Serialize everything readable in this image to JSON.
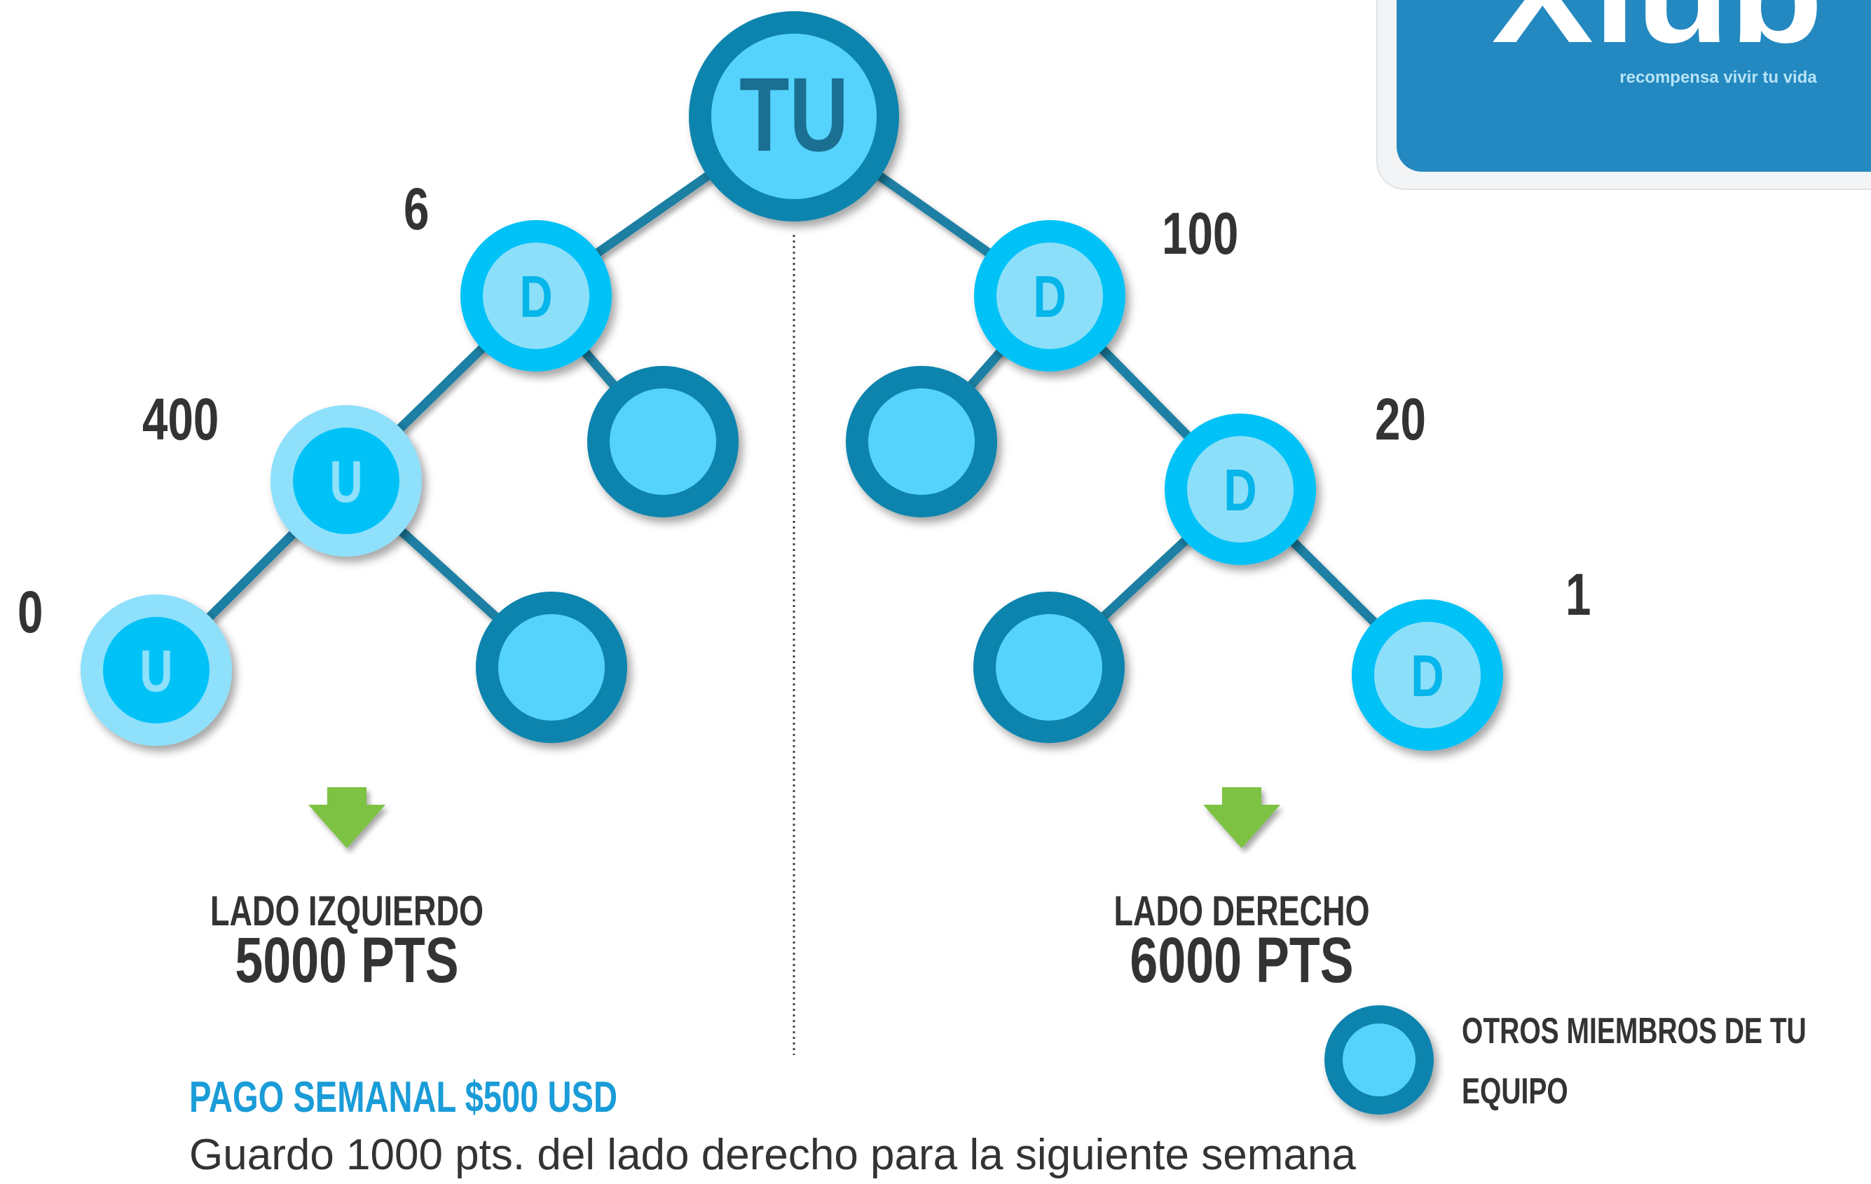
{
  "logo": {
    "text": "Xlub",
    "tagline": "recompensa vivir tu vida"
  },
  "tree": {
    "root": {
      "label": "TU"
    },
    "left_child": {
      "label": "D",
      "points": "6"
    },
    "left_left": {
      "label": "U",
      "points": "400"
    },
    "left_left_left": {
      "label": "U",
      "points": "0"
    },
    "right_child": {
      "label": "D",
      "points": "100"
    },
    "right_right": {
      "label": "D",
      "points": "20"
    },
    "right_right_right": {
      "label": "D",
      "points": "1"
    }
  },
  "left_side": {
    "label": "LADO IZQUIERDO",
    "points": "5000 PTS"
  },
  "right_side": {
    "label": "LADO DERECHO",
    "points": "6000 PTS"
  },
  "legend": {
    "line1": "OTROS MIEMBROS DE TU",
    "line2": "EQUIPO"
  },
  "payment": {
    "title": "PAGO SEMANAL $500 USD",
    "description": "Guardo 1000 pts. del lado derecho para la siguiente semana"
  },
  "colors": {
    "dark_ring": "#0a84ad",
    "dark_fill": "#55d3fd",
    "bright_ring": "#06c2f7",
    "bright_fill": "#8cdff9",
    "pale_ring": "#8ee0fb",
    "pale_fill": "#06c2f7",
    "line": "#1a7fa3",
    "arrow": "#7dc242",
    "accent": "#1a9cd8"
  }
}
